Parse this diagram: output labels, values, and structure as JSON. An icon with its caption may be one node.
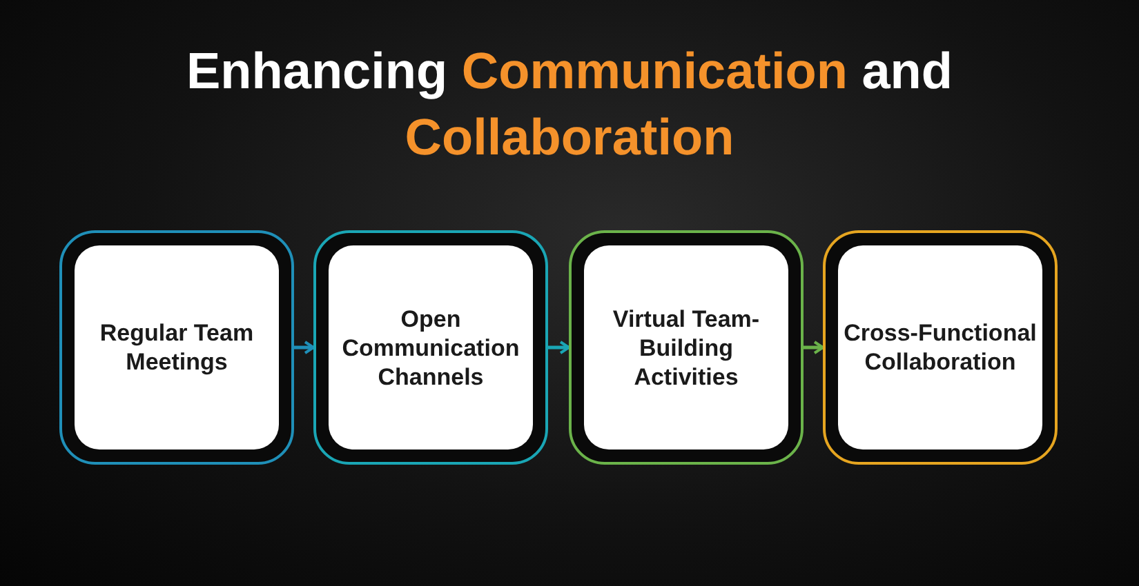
{
  "diagram": {
    "title": "Enhancing **Communication** and **Collaboration**",
    "nodes": [
      {
        "text": [
          "Regular Team Meetings"
        ]
      },
      {
        "text": [
          "Open Communication Channels"
        ]
      },
      {
        "text": [
          "Virtual Team-Building Activities"
        ]
      },
      {
        "text": [
          "Cross-Functional Collaboration"
        ]
      }
    ],
    "edges": [
      {
        "from": 0,
        "to": 1,
        "arrow": "to",
        "color": "#1f8fb8"
      },
      {
        "from": 1,
        "to": 2,
        "arrow": "to",
        "color": "#1aa6b5"
      },
      {
        "from": 2,
        "to": 3,
        "arrow": "to",
        "color": "#6bb34a"
      }
    ]
  }
}
